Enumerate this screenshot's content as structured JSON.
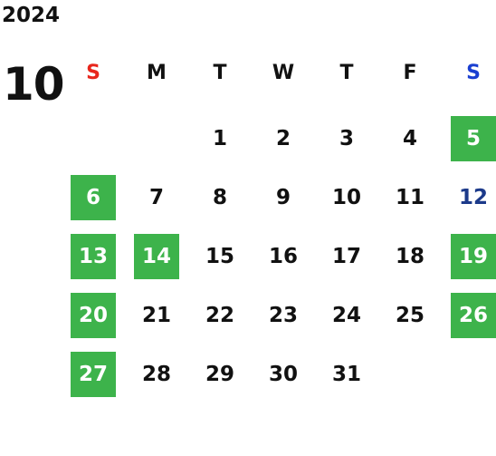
{
  "year": "2024",
  "month": "10",
  "colors": {
    "sunday": "#e8261c",
    "saturday": "#1a3fd1",
    "blue_text": "#1c3a8a",
    "holiday_bg": "#3db34b",
    "text": "#111111"
  },
  "weekdays": [
    {
      "label": "S",
      "color": "#e8261c"
    },
    {
      "label": "M",
      "color": "#111111"
    },
    {
      "label": "T",
      "color": "#111111"
    },
    {
      "label": "W",
      "color": "#111111"
    },
    {
      "label": "T",
      "color": "#111111"
    },
    {
      "label": "F",
      "color": "#111111"
    },
    {
      "label": "S",
      "color": "#1a3fd1"
    }
  ],
  "days": [
    {
      "label": "",
      "highlight": false,
      "color": "#111111"
    },
    {
      "label": "",
      "highlight": false,
      "color": "#111111"
    },
    {
      "label": "1",
      "highlight": false,
      "color": "#111111"
    },
    {
      "label": "2",
      "highlight": false,
      "color": "#111111"
    },
    {
      "label": "3",
      "highlight": false,
      "color": "#111111"
    },
    {
      "label": "4",
      "highlight": false,
      "color": "#111111"
    },
    {
      "label": "5",
      "highlight": true,
      "color": "#ffffff"
    },
    {
      "label": "6",
      "highlight": true,
      "color": "#ffffff"
    },
    {
      "label": "7",
      "highlight": false,
      "color": "#111111"
    },
    {
      "label": "8",
      "highlight": false,
      "color": "#111111"
    },
    {
      "label": "9",
      "highlight": false,
      "color": "#111111"
    },
    {
      "label": "10",
      "highlight": false,
      "color": "#111111"
    },
    {
      "label": "11",
      "highlight": false,
      "color": "#111111"
    },
    {
      "label": "12",
      "highlight": false,
      "color": "#1c3a8a"
    },
    {
      "label": "13",
      "highlight": true,
      "color": "#ffffff"
    },
    {
      "label": "14",
      "highlight": true,
      "color": "#ffffff"
    },
    {
      "label": "15",
      "highlight": false,
      "color": "#111111"
    },
    {
      "label": "16",
      "highlight": false,
      "color": "#111111"
    },
    {
      "label": "17",
      "highlight": false,
      "color": "#111111"
    },
    {
      "label": "18",
      "highlight": false,
      "color": "#111111"
    },
    {
      "label": "19",
      "highlight": true,
      "color": "#ffffff"
    },
    {
      "label": "20",
      "highlight": true,
      "color": "#ffffff"
    },
    {
      "label": "21",
      "highlight": false,
      "color": "#111111"
    },
    {
      "label": "22",
      "highlight": false,
      "color": "#111111"
    },
    {
      "label": "23",
      "highlight": false,
      "color": "#111111"
    },
    {
      "label": "24",
      "highlight": false,
      "color": "#111111"
    },
    {
      "label": "25",
      "highlight": false,
      "color": "#111111"
    },
    {
      "label": "26",
      "highlight": true,
      "color": "#ffffff"
    },
    {
      "label": "27",
      "highlight": true,
      "color": "#ffffff"
    },
    {
      "label": "28",
      "highlight": false,
      "color": "#111111"
    },
    {
      "label": "29",
      "highlight": false,
      "color": "#111111"
    },
    {
      "label": "30",
      "highlight": false,
      "color": "#111111"
    },
    {
      "label": "31",
      "highlight": false,
      "color": "#111111"
    },
    {
      "label": "",
      "highlight": false,
      "color": "#111111"
    },
    {
      "label": "",
      "highlight": false,
      "color": "#111111"
    }
  ]
}
